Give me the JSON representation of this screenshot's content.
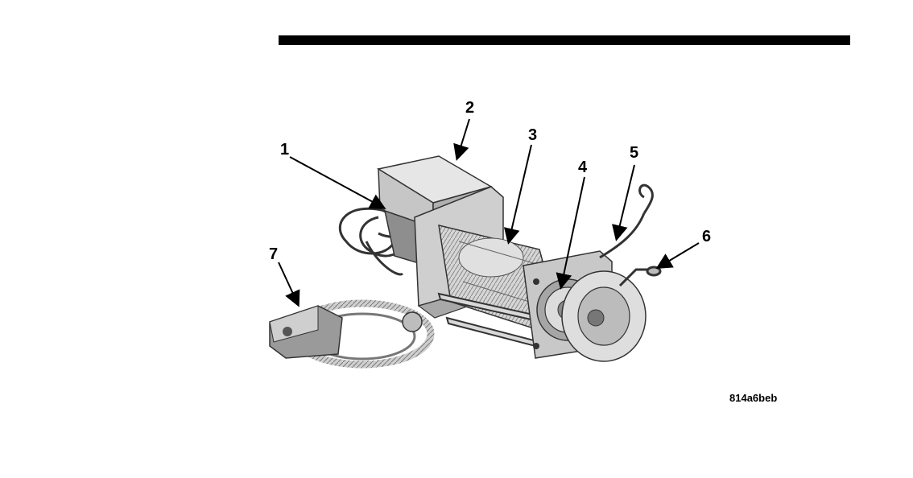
{
  "figure": {
    "id_code": "814a6beb",
    "callouts": [
      "1",
      "2",
      "3",
      "4",
      "5",
      "6",
      "7"
    ]
  },
  "colors": {
    "rule": "#000000",
    "body_light": "#dcdcdc",
    "body_mid": "#b8b8b8",
    "body_dark": "#6a6a6a",
    "line": "#222222"
  },
  "icons": [
    "winch-motor-housing",
    "cable-drum",
    "gear-housing",
    "hook-cable",
    "clutch-lever",
    "remote-control-pendant"
  ]
}
